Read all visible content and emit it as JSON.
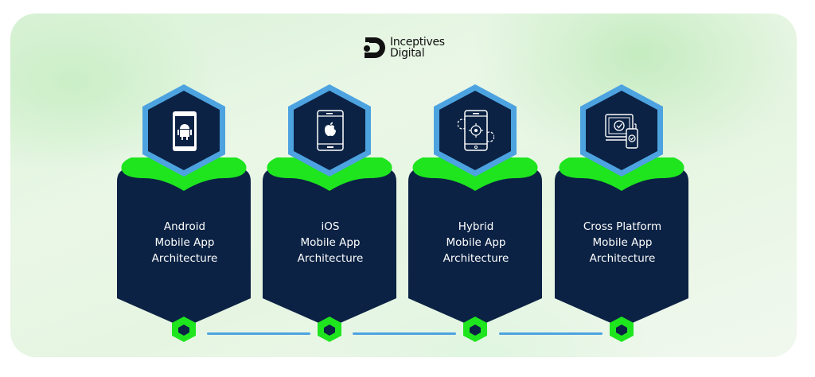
{
  "brand": {
    "name_line1": "Inceptives",
    "name_line2": "Digital"
  },
  "colors": {
    "card": "#0b2244",
    "hex_border": "#4da3e0",
    "accent_green": "#1ee51e",
    "background": "#e6f5e2"
  },
  "items": [
    {
      "title_lines": [
        "Android",
        "Mobile App",
        "Architecture"
      ],
      "icon": "android-phone-icon"
    },
    {
      "title_lines": [
        "iOS",
        "Mobile App",
        "Architecture"
      ],
      "icon": "apple-phone-icon"
    },
    {
      "title_lines": [
        "Hybrid",
        "Mobile App",
        "Architecture"
      ],
      "icon": "hybrid-gear-phone-icon"
    },
    {
      "title_lines": [
        "Cross Platform",
        "Mobile App",
        "Architecture"
      ],
      "icon": "cross-platform-devices-icon"
    }
  ]
}
